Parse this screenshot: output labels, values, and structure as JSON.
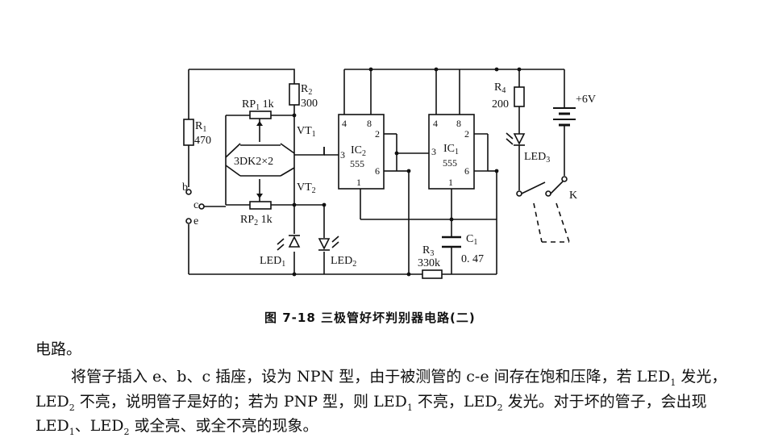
{
  "components": {
    "r1": "R",
    "r1_sub": "1",
    "r1_val": "470",
    "r2": "R",
    "r2_sub": "2",
    "r2_val": "300",
    "r3": "R",
    "r3_sub": "3",
    "r3_val": "330k",
    "r4": "R",
    "r4_sub": "4",
    "r4_val": "200",
    "rp1": "RP",
    "rp1_sub": "1",
    "rp1_val": "1k",
    "rp2": "RP",
    "rp2_sub": "2",
    "rp2_val": "1k",
    "vt1": "VT",
    "vt1_sub": "1",
    "vt2": "VT",
    "vt2_sub": "2",
    "transistor_pair": "3DK2×2",
    "ic2": "IC",
    "ic2_sub": "2",
    "ic2_type": "555",
    "ic1": "IC",
    "ic1_sub": "1",
    "ic1_type": "555",
    "c1": "C",
    "c1_sub": "1",
    "c1_val": "0. 47",
    "led1": "LED",
    "led1_sub": "1",
    "led2": "LED",
    "led2_sub": "2",
    "led3": "LED",
    "led3_sub": "3",
    "switch": "K",
    "supply": "+6V",
    "socket_b": "b",
    "socket_c": "c",
    "socket_e": "e"
  },
  "pins": {
    "p4": "4",
    "p8": "8",
    "p2": "2",
    "p3": "3",
    "p6": "6",
    "p1": "1"
  },
  "caption": "图 7-18   三极管好坏判别器电路(二)",
  "text": {
    "line1": "电路。",
    "line2a": "将管子插入 e、b、c 插座，设为 NPN 型，由于被测管的 c-e 间存在饱和压降，若 LED",
    "line2b": "1",
    "line2c": " 发光，",
    "line3a": "LED",
    "line3b": "2",
    "line3c": " 不亮，说明管子是好的；若为 PNP 型，则 LED",
    "line3d": "1",
    "line3e": " 不亮，LED",
    "line3f": "2",
    "line3g": " 发光。对于坏的管子，会出现",
    "line4a": "LED",
    "line4b": "1",
    "line4c": "、LED",
    "line4d": "2",
    "line4e": " 或全亮、或全不亮的现象。"
  }
}
